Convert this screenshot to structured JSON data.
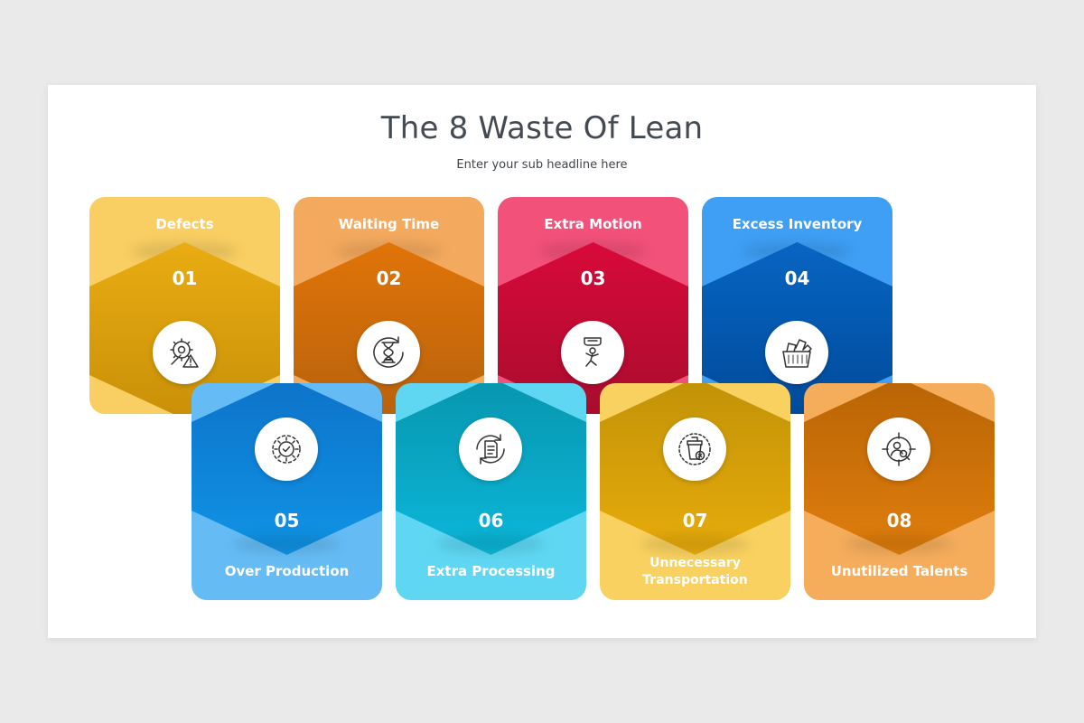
{
  "title": "The 8 Waste Of Lean",
  "subtitle": "Enter your sub headline here",
  "wastes": [
    {
      "num": "01",
      "label": "Defects",
      "icon": "tools-warning-icon",
      "card": "#f9cf63",
      "hex_top": "#e9ac12",
      "hex_bottom": "#c99008"
    },
    {
      "num": "02",
      "label": "Waiting Time",
      "icon": "hourglass-icon",
      "card": "#f4aa5e",
      "hex_top": "#e07408",
      "hex_bottom": "#b8620d"
    },
    {
      "num": "03",
      "label": "Extra Motion",
      "icon": "person-motion-icon",
      "card": "#f2517a",
      "hex_top": "#d80a3a",
      "hex_bottom": "#a80c2d"
    },
    {
      "num": "04",
      "label": "Excess Inventory",
      "icon": "inventory-basket-icon",
      "card": "#3e9ff5",
      "hex_top": "#0765c2",
      "hex_bottom": "#004a9a"
    },
    {
      "num": "05",
      "label": "Over Production",
      "icon": "gear-check-icon",
      "card": "#65bcf5",
      "hex_top": "#0d73c9",
      "hex_bottom": "#1094e6"
    },
    {
      "num": "06",
      "label": "Extra Processing",
      "icon": "document-cycle-icon",
      "card": "#5fd7f3",
      "hex_top": "#0796ae",
      "hex_bottom": "#0cb7da"
    },
    {
      "num": "07",
      "label": "Unnecessary Transportation",
      "label_line1": "Unnecessary",
      "label_line2": "Transportation",
      "icon": "recycle-bin-icon",
      "card": "#f8d160",
      "hex_top": "#c19207",
      "hex_bottom": "#e8ac0c"
    },
    {
      "num": "08",
      "label": "Unutilized Talents",
      "icon": "target-person-icon",
      "card": "#f5ad5c",
      "hex_top": "#b86405",
      "hex_bottom": "#e07e0d"
    }
  ]
}
